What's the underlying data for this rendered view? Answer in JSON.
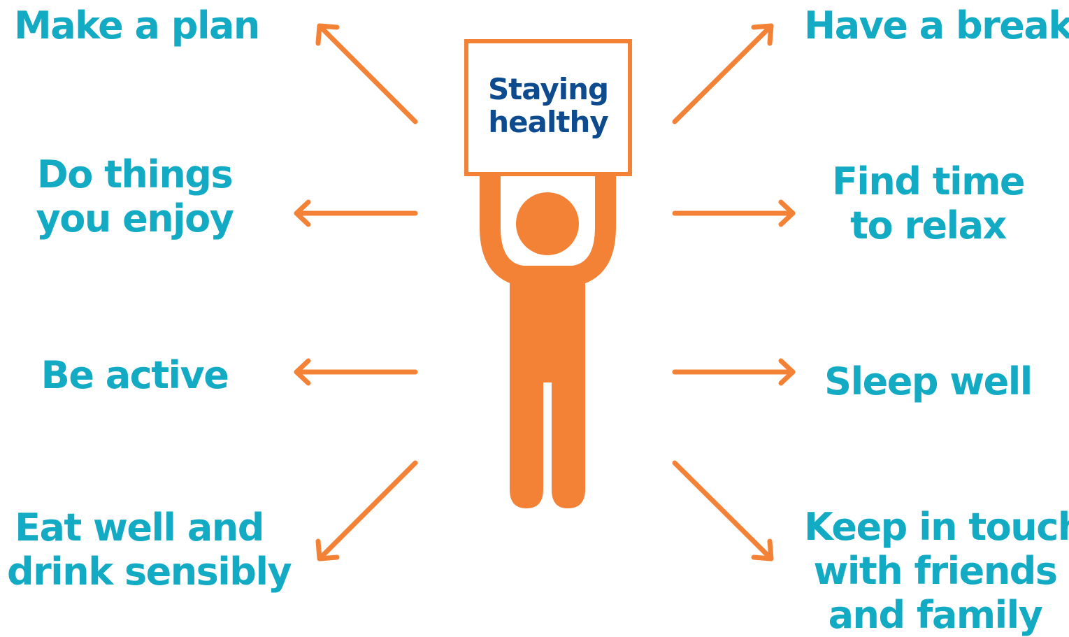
{
  "sign": {
    "line1": "Staying",
    "line2": "healthy"
  },
  "left": {
    "plan": "Make a plan",
    "enjoy": [
      "Do things",
      "you enjoy"
    ],
    "active": "Be active",
    "eat": [
      "Eat well and",
      "drink sensibly"
    ]
  },
  "right": {
    "break": "Have a break",
    "relax": [
      "Find time",
      "to relax"
    ],
    "sleep": "Sleep well",
    "touch": [
      "Keep in touch",
      "with friends",
      "and family"
    ]
  },
  "colors": {
    "label": "#13aac4",
    "sign_text": "#0d4a8e",
    "figure": "#f38136",
    "background": "#ffffff"
  },
  "icons": {
    "figure": "person-holding-sign-icon",
    "arrows": "arrow-icon"
  }
}
